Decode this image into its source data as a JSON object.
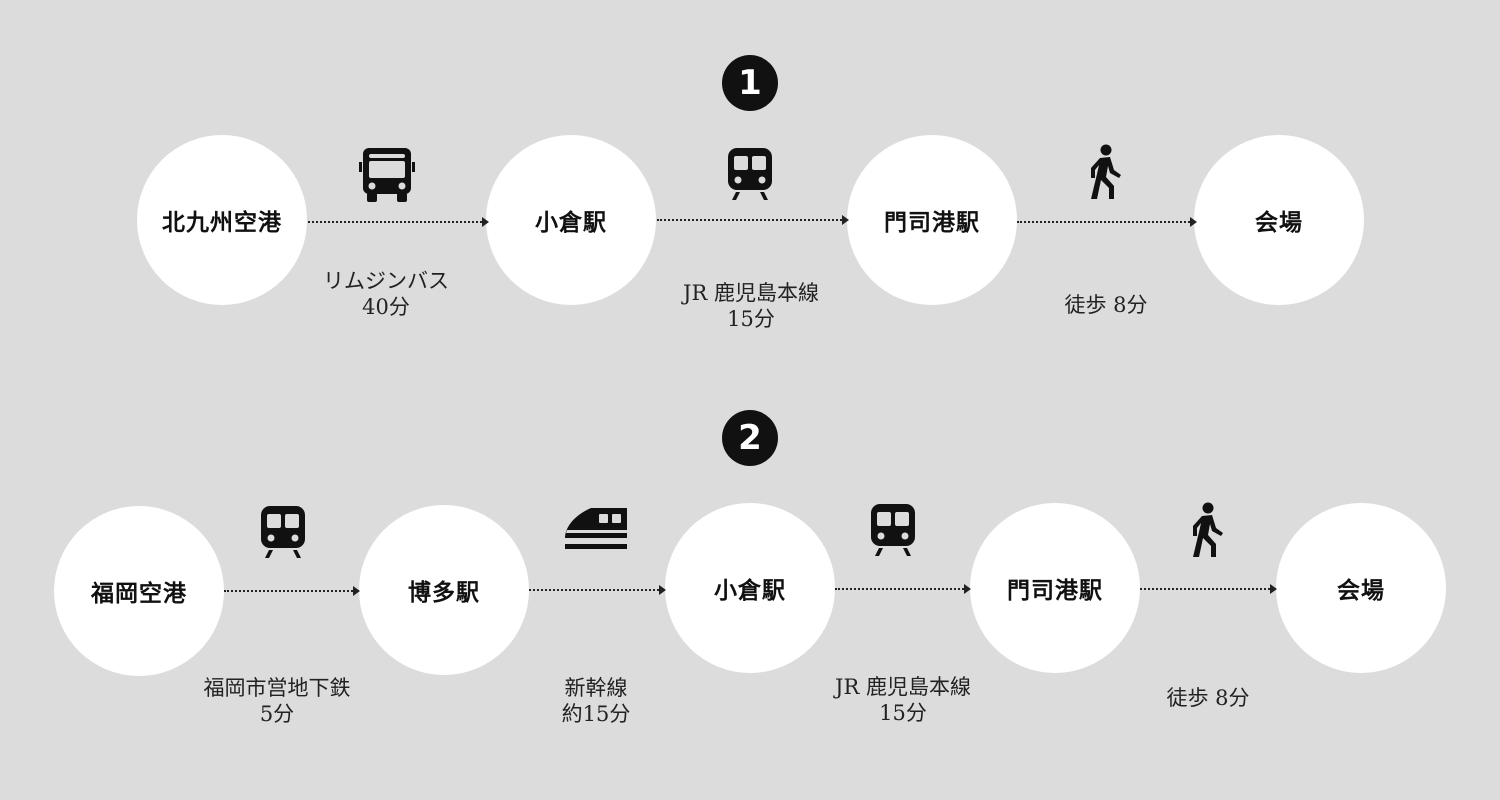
{
  "route1": {
    "badge": "1",
    "stations": [
      "北九州空港",
      "小倉駅",
      "門司港駅",
      "会場"
    ],
    "legs": [
      {
        "icon": "bus-icon",
        "line": "リムジンバス",
        "time": "40分"
      },
      {
        "icon": "train-icon",
        "line": "JR  鹿児島本線",
        "time": "15分"
      },
      {
        "icon": "walking-person-icon",
        "line": "徒歩  8分",
        "time": ""
      }
    ]
  },
  "route2": {
    "badge": "2",
    "stations": [
      "福岡空港",
      "博多駅",
      "小倉駅",
      "門司港駅",
      "会場"
    ],
    "legs": [
      {
        "icon": "subway-train-icon",
        "line": "福岡市営地下鉄",
        "time": "5分"
      },
      {
        "icon": "shinkansen-icon",
        "line": "新幹線",
        "time": "約15分"
      },
      {
        "icon": "train-icon",
        "line": "JR  鹿児島本線",
        "time": "15分"
      },
      {
        "icon": "walking-person-icon",
        "line": "徒歩  8分",
        "time": ""
      }
    ]
  },
  "colors": {
    "background": "#dcdcdc",
    "station_fill": "#ffffff",
    "ink": "#111111"
  }
}
